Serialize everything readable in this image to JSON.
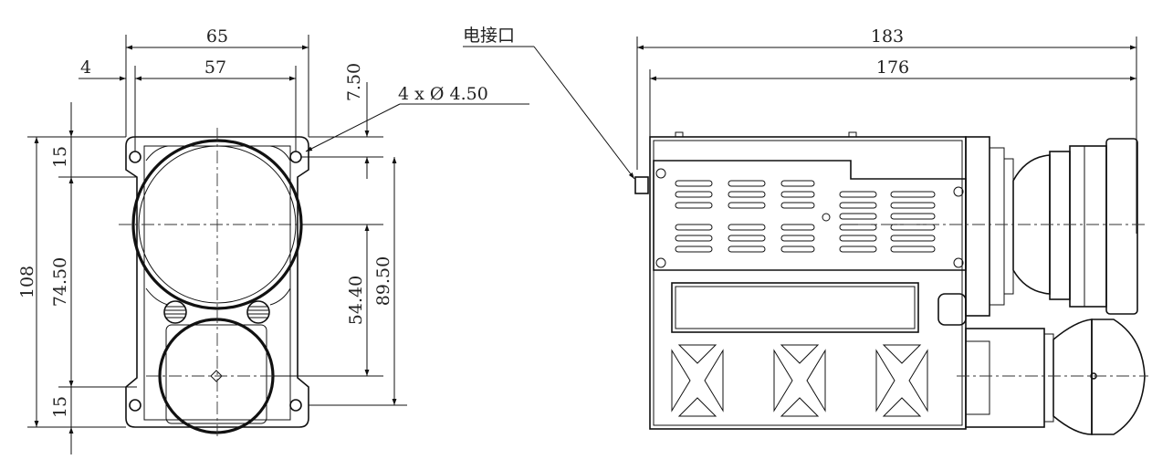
{
  "dimensions": {
    "front_width_outer": "65",
    "front_width_inner": "57",
    "front_offset": "4",
    "hole_offset_top": "7.50",
    "hole_callout": "4 x Ø 4.50",
    "total_height": "108",
    "top_margin": "15",
    "hole_span": "74.50",
    "bottom_margin": "15",
    "center_distance": "54.40",
    "overall_right_height": "89.50",
    "side_length_total": "183",
    "side_length_body": "176"
  },
  "annotations": {
    "electrical_port": "电接口"
  }
}
